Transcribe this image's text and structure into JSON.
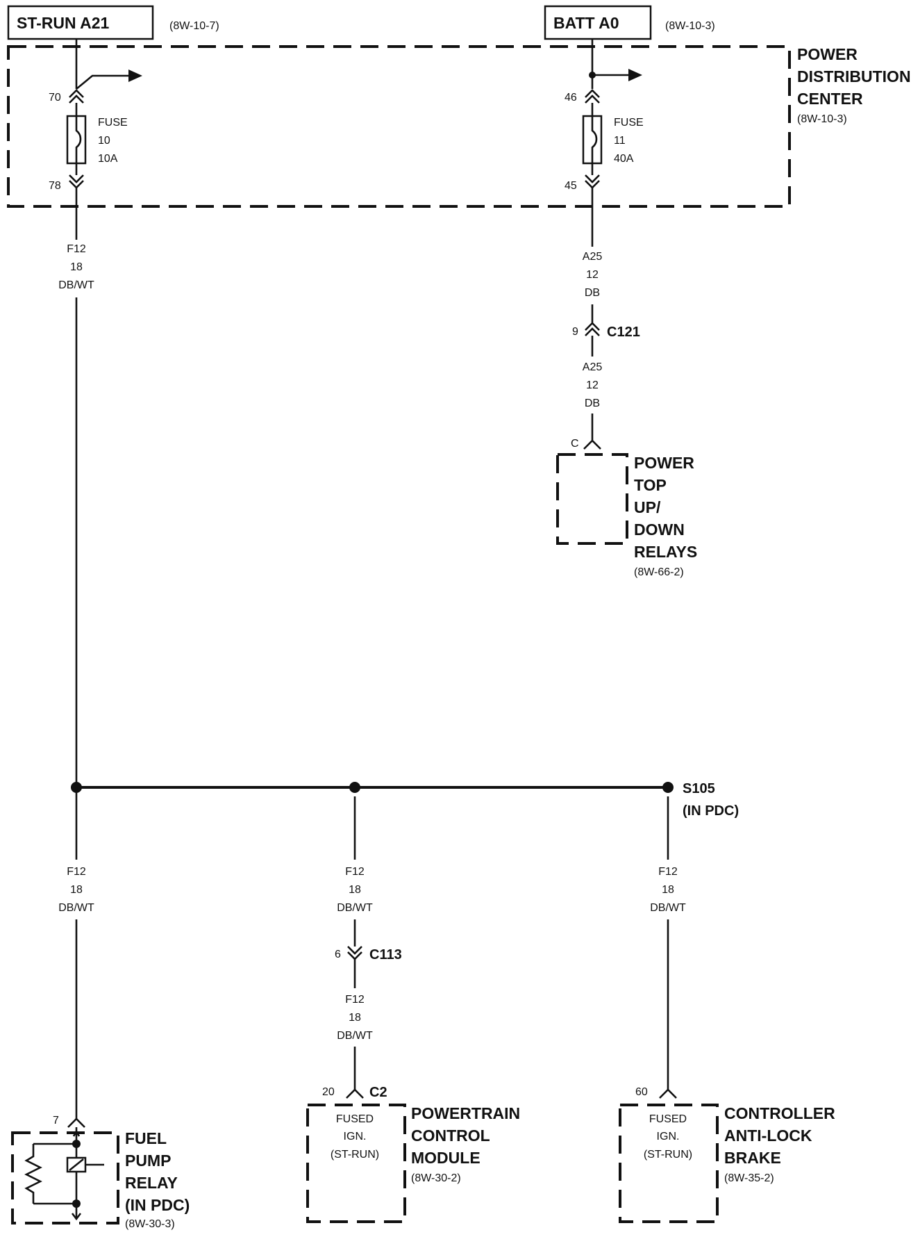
{
  "sources": {
    "strun": {
      "name": "ST-RUN A21",
      "ref": "(8W-10-7)"
    },
    "batt": {
      "name": "BATT A0",
      "ref": "(8W-10-3)"
    }
  },
  "pdc": {
    "line1": "POWER",
    "line2": "DISTRIBUTION",
    "line3": "CENTER",
    "ref": "(8W-10-3)"
  },
  "fuse10": {
    "in_pin": "70",
    "out_pin": "78",
    "l1": "FUSE",
    "l2": "10",
    "l3": "10A"
  },
  "fuse11": {
    "in_pin": "46",
    "out_pin": "45",
    "l1": "FUSE",
    "l2": "11",
    "l3": "40A"
  },
  "wires": {
    "f12": {
      "circuit": "F12",
      "gauge": "18",
      "color": "DB/WT"
    },
    "a25": {
      "circuit": "A25",
      "gauge": "12",
      "color": "DB"
    }
  },
  "c121": {
    "pin": "9",
    "name": "C121"
  },
  "c113": {
    "pin": "6",
    "name": "C113"
  },
  "splice": {
    "name": "S105",
    "note": "(IN PDC)"
  },
  "power_top": {
    "pin": "C",
    "l1": "POWER",
    "l2": "TOP",
    "l3": "UP/",
    "l4": "DOWN",
    "l5": "RELAYS",
    "ref": "(8W-66-2)"
  },
  "fuel_pump": {
    "pin": "7",
    "l1": "FUEL",
    "l2": "PUMP",
    "l3": "RELAY",
    "l4": "(IN PDC)",
    "ref": "(8W-30-3)"
  },
  "pcm": {
    "pin": "20",
    "conn": "C2",
    "i1": "FUSED",
    "i2": "IGN.",
    "i3": "(ST-RUN)",
    "l1": "POWERTRAIN",
    "l2": "CONTROL",
    "l3": "MODULE",
    "ref": "(8W-30-2)"
  },
  "cab": {
    "pin": "60",
    "i1": "FUSED",
    "i2": "IGN.",
    "i3": "(ST-RUN)",
    "l1": "CONTROLLER",
    "l2": "ANTI-LOCK",
    "l3": "BRAKE",
    "ref": "(8W-35-2)"
  }
}
